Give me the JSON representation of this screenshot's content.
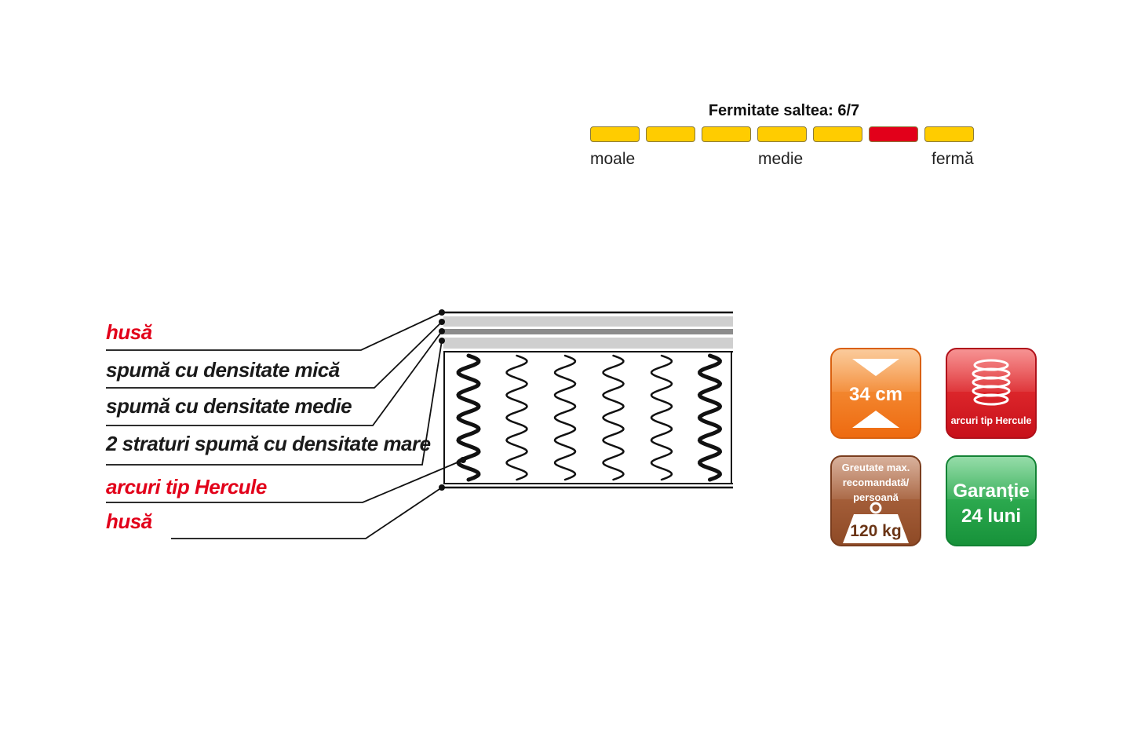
{
  "firmness": {
    "title": "Fermitate saltea: 6/7",
    "level": 6,
    "total": 7,
    "labels": {
      "soft": "moale",
      "medium": "medie",
      "firm": "fermă"
    },
    "colors": {
      "normal": "#ffcc00",
      "active": "#e2001a"
    }
  },
  "layers": [
    {
      "text": "husă",
      "color": "#e2001a"
    },
    {
      "text": "spumă cu densitate mică",
      "color": "#1a1a1a"
    },
    {
      "text": "spumă cu densitate medie",
      "color": "#1a1a1a"
    },
    {
      "text": "2 straturi spumă cu densitate mare",
      "color": "#1a1a1a"
    },
    {
      "text": "arcuri tip Hercule",
      "color": "#e2001a"
    },
    {
      "text": "husă",
      "color": "#e2001a"
    }
  ],
  "badges": {
    "height": {
      "value": "34 cm",
      "icon": "height-arrows-icon"
    },
    "springs": {
      "label": "arcuri tip Hercule",
      "icon": "coil-spring-icon"
    },
    "weight": {
      "line1": "Greutate max.",
      "line2": "recomandată/",
      "line3": "persoană",
      "value": "120 kg",
      "icon": "weight-icon"
    },
    "warranty": {
      "line1": "Garanție",
      "line2": "24 luni"
    }
  },
  "springs_count": 6
}
